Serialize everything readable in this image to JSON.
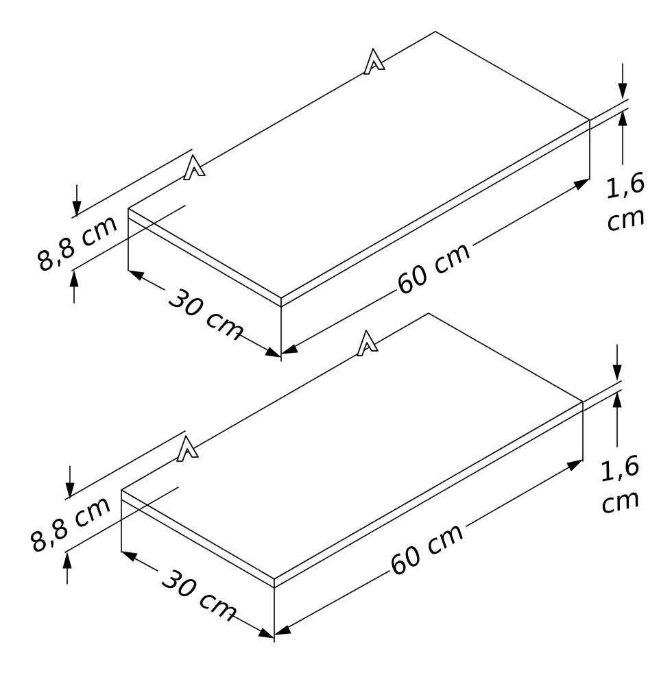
{
  "shelves": [
    {
      "width_label": "60 cm",
      "depth_label": "30 cm",
      "height_label": "8,8 cm",
      "thickness_label_line1": "1,6",
      "thickness_label_line2": "cm"
    },
    {
      "width_label": "60 cm",
      "depth_label": "30 cm",
      "height_label": "8,8 cm",
      "thickness_label_line1": "1,6",
      "thickness_label_line2": "cm"
    }
  ],
  "colors": {
    "line": "#000000",
    "background": "#ffffff"
  }
}
